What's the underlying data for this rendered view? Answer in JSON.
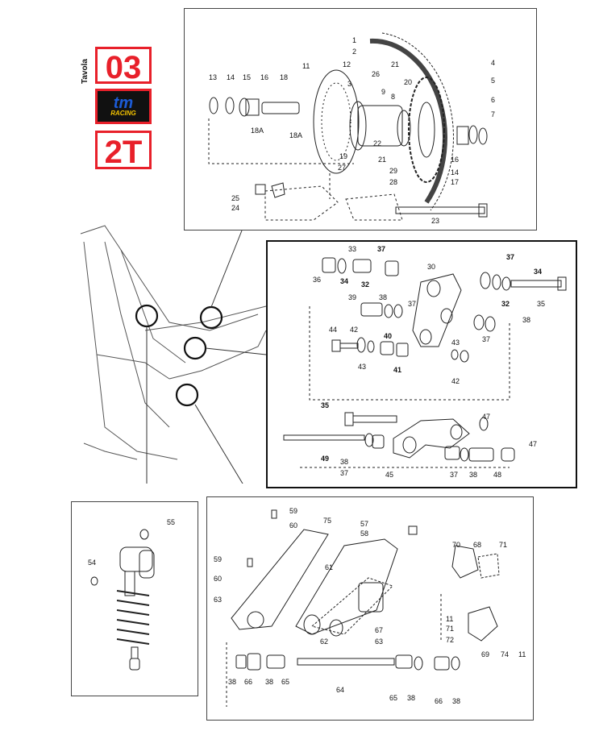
{
  "header": {
    "tavola_label": "Tavola",
    "table_number": "03",
    "brand": "tm",
    "brand_sub": "RACING",
    "engine_type": "2T"
  },
  "panels": {
    "wheel": {
      "labels": [
        "1",
        "2",
        "3",
        "4",
        "5",
        "6",
        "7",
        "8",
        "9",
        "11",
        "12",
        "13",
        "14",
        "15",
        "16",
        "18",
        "18A",
        "18A",
        "19",
        "20",
        "21",
        "21",
        "22",
        "23",
        "24",
        "25",
        "26",
        "27",
        "28",
        "29",
        "16",
        "14",
        "17"
      ]
    },
    "linkage": {
      "labels": [
        "33",
        "37",
        "30",
        "37",
        "34",
        "36",
        "34",
        "32",
        "32",
        "35",
        "39",
        "38",
        "37",
        "44",
        "42",
        "40",
        "43",
        "41",
        "43",
        "42",
        "38",
        "37",
        "35",
        "47",
        "49",
        "38",
        "37",
        "45",
        "37",
        "38",
        "48",
        "47"
      ]
    },
    "shock": {
      "labels": [
        "55",
        "54"
      ]
    },
    "swingarm": {
      "labels": [
        "59",
        "60",
        "75",
        "57",
        "58",
        "59",
        "60",
        "61",
        "70",
        "68",
        "71",
        "63",
        "67",
        "62",
        "63",
        "11",
        "71",
        "72",
        "69",
        "74",
        "11",
        "38",
        "66",
        "38",
        "65",
        "64",
        "65",
        "38",
        "66",
        "38"
      ]
    }
  },
  "colors": {
    "accent_red": "#e8202a",
    "logo_blue": "#1c5bd6",
    "logo_yellow": "#f2c200"
  }
}
